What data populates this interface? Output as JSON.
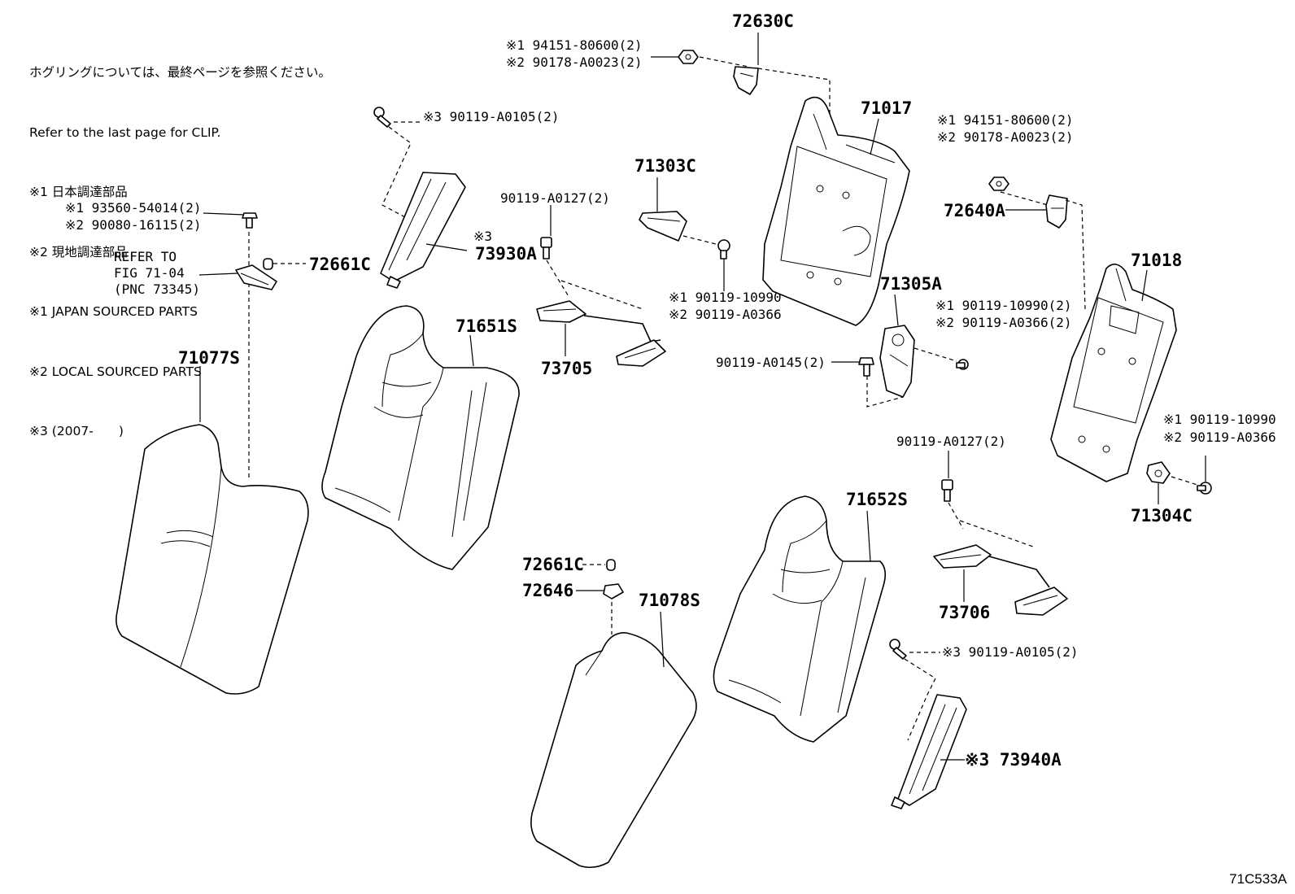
{
  "notes": [
    "ホグリングについては、最終ページを参照ください。",
    "Refer to the last page for CLIP.",
    "※1 日本調達部品",
    "※2 現地調達部品",
    "※1 JAPAN SOURCED PARTS",
    "※2 LOCAL SOURCED PARTS",
    "※3 (2007-　　)"
  ],
  "diagram_code": "71C533A",
  "parts": {
    "p72630C": "72630C",
    "p72630C_ref1": "※1 94151-80600(2)",
    "p72630C_ref2": "※2 90178-A0023(2)",
    "p71017": "71017",
    "p71303C": "71303C",
    "p71303C_ref1": "※1 90119-10990",
    "p71303C_ref2": "※2 90119-A0366",
    "p90119_A0127_top": "90119-A0127(2)",
    "p73705": "73705",
    "p73930A_bolt": "※3 90119-A0105(2)",
    "p73930A": "73930A",
    "p73930A_mark": "※3",
    "clip_ref1": "※1 93560-54014(2)",
    "clip_ref2": "※2 90080-16115(2)",
    "p72661C_left": "72661C",
    "refer_1": "REFER TO",
    "refer_2": "FIG 71-04",
    "refer_3": "(PNC 73345)",
    "p71077S": "71077S",
    "p71651S": "71651S",
    "p72640A": "72640A",
    "p72640A_ref1": "※1 94151-80600(2)",
    "p72640A_ref2": "※2 90178-A0023(2)",
    "p71018": "71018",
    "p71305A": "71305A",
    "p71305A_ref1": "※1 90119-10990(2)",
    "p71305A_ref2": "※2 90119-A0366(2)",
    "p90119_A0145": "90119-A0145(2)",
    "p71304C_ref1": "※1 90119-10990",
    "p71304C_ref2": "※2 90119-A0366",
    "p71304C": "71304C",
    "p90119_A0127_right": "90119-A0127(2)",
    "p71652S": "71652S",
    "p73706": "73706",
    "p72661C_mid": "72661C",
    "p72646": "72646",
    "p71078S": "71078S",
    "p73940A_bolt": "※3 90119-A0105(2)",
    "p73940A": "※3 73940A"
  }
}
